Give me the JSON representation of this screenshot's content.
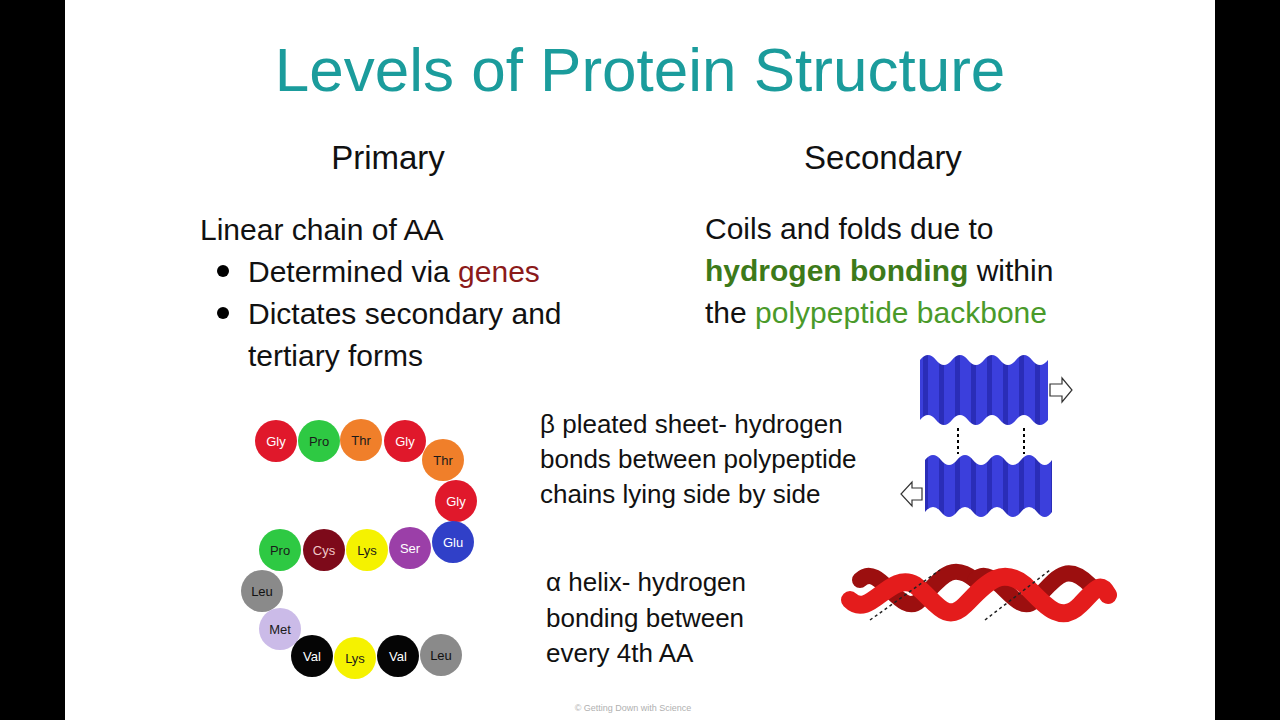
{
  "diagram": {
    "title": "Levels of Protein Structure",
    "nodes": [
      {
        "text": [
          "Gly"
        ]
      },
      {
        "text": [
          "Pro"
        ]
      },
      {
        "text": [
          "Thr"
        ]
      },
      {
        "text": [
          "Gly"
        ]
      },
      {
        "text": [
          "Thr"
        ]
      },
      {
        "text": [
          "Gly"
        ]
      },
      {
        "text": [
          "Glu"
        ]
      },
      {
        "text": [
          "Ser"
        ]
      },
      {
        "text": [
          "Lys"
        ]
      },
      {
        "text": [
          "Cys"
        ]
      },
      {
        "text": [
          "Pro"
        ]
      },
      {
        "text": [
          "Leu"
        ]
      },
      {
        "text": [
          "Met"
        ]
      },
      {
        "text": [
          "Val"
        ]
      },
      {
        "text": [
          "Lys"
        ]
      },
      {
        "text": [
          "Val"
        ]
      },
      {
        "text": [
          "Leu"
        ]
      }
    ],
    "labels": [
      "Primary",
      "Secondary",
      "Linear chain of AA",
      "Determined via",
      "genes",
      "Dictates secondary and tertiary forms",
      "Coils and folds due to",
      "hydrogen bonding",
      "within the",
      "polypeptide backbone",
      "β pleated sheet- hydrogen bonds between polypeptide chains lying side by side",
      "α helix- hydrogen bonding between every 4th AA",
      "© Getting Down with Science"
    ]
  }
}
